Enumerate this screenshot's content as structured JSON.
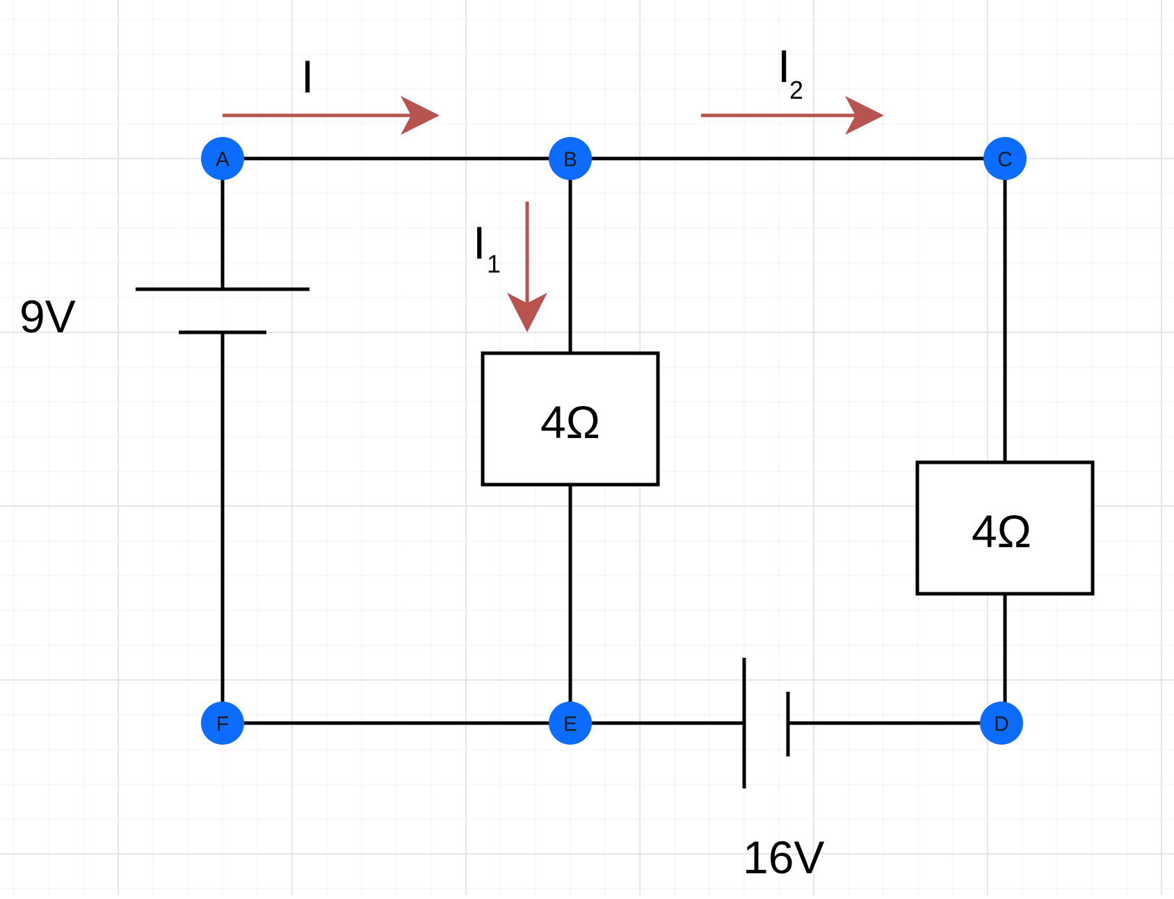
{
  "colors": {
    "background": "#ffffff",
    "grid_minor": "#f0f0f0",
    "grid_major": "#dedede",
    "wire": "#000000",
    "node": "#0b6cff",
    "arrow": "#b85450"
  },
  "nodes": [
    {
      "id": "A",
      "label": "A"
    },
    {
      "id": "B",
      "label": "B"
    },
    {
      "id": "C",
      "label": "C"
    },
    {
      "id": "D",
      "label": "D"
    },
    {
      "id": "E",
      "label": "E"
    },
    {
      "id": "F",
      "label": "F"
    }
  ],
  "sources": [
    {
      "id": "battery-left",
      "label": "9V",
      "between": [
        "A",
        "F"
      ]
    },
    {
      "id": "battery-bottom",
      "label": "16V",
      "between": [
        "E",
        "D"
      ]
    }
  ],
  "resistors": [
    {
      "id": "resistor-middle",
      "label": "4Ω",
      "between": [
        "B",
        "E"
      ]
    },
    {
      "id": "resistor-right",
      "label": "4Ω",
      "between": [
        "C",
        "D"
      ]
    }
  ],
  "currents": [
    {
      "id": "current-i",
      "symbol": "I",
      "subscript": "",
      "direction": "right"
    },
    {
      "id": "current-i1",
      "symbol": "I",
      "subscript": "1",
      "direction": "down"
    },
    {
      "id": "current-i2",
      "symbol": "I",
      "subscript": "2",
      "direction": "right"
    }
  ]
}
